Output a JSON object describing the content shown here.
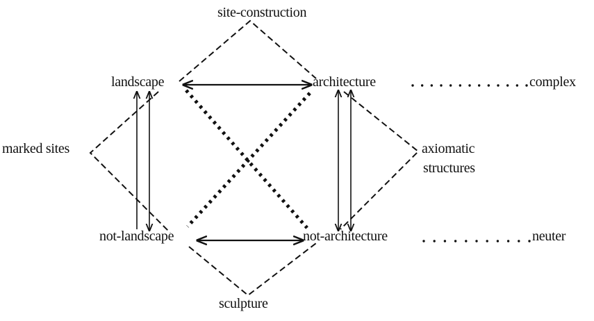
{
  "diagram": {
    "nodes": {
      "site_construction": "site-construction",
      "landscape": "landscape",
      "architecture": "architecture",
      "complex": "complex",
      "marked_sites": "marked sites",
      "axiomatic": "axiomatic",
      "structures": "structures",
      "not_landscape": "not-landscape",
      "not_architecture": "not-architecture",
      "neuter": "neuter",
      "sculpture": "sculpture"
    },
    "colors": {
      "ink": "#111111",
      "background": "#ffffff"
    }
  }
}
